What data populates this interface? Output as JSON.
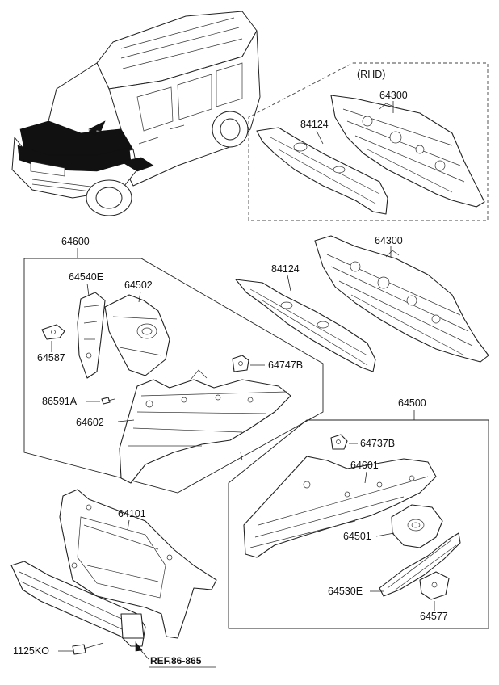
{
  "rhd_group": {
    "title": "(RHD)",
    "parts": [
      "64300",
      "84124"
    ]
  },
  "upper_parts": {
    "dash_panel": "64300",
    "cowl_crossmember": "84124"
  },
  "group_64600": {
    "number": "64600",
    "parts": {
      "apron_upper": "64540E",
      "bracket": "64587",
      "strut_house": "64502",
      "clip": "64747B",
      "bolt": "86591A",
      "front_side_member": "64602"
    }
  },
  "group_64500": {
    "number": "64500",
    "parts": {
      "clip": "64737B",
      "front_side_member": "64601",
      "strut_house": "64501",
      "apron_lower": "64530E",
      "bracket": "64577"
    }
  },
  "front_end": {
    "carrier": "64101",
    "bolt": "1125KO",
    "ref": "REF.86-865"
  }
}
